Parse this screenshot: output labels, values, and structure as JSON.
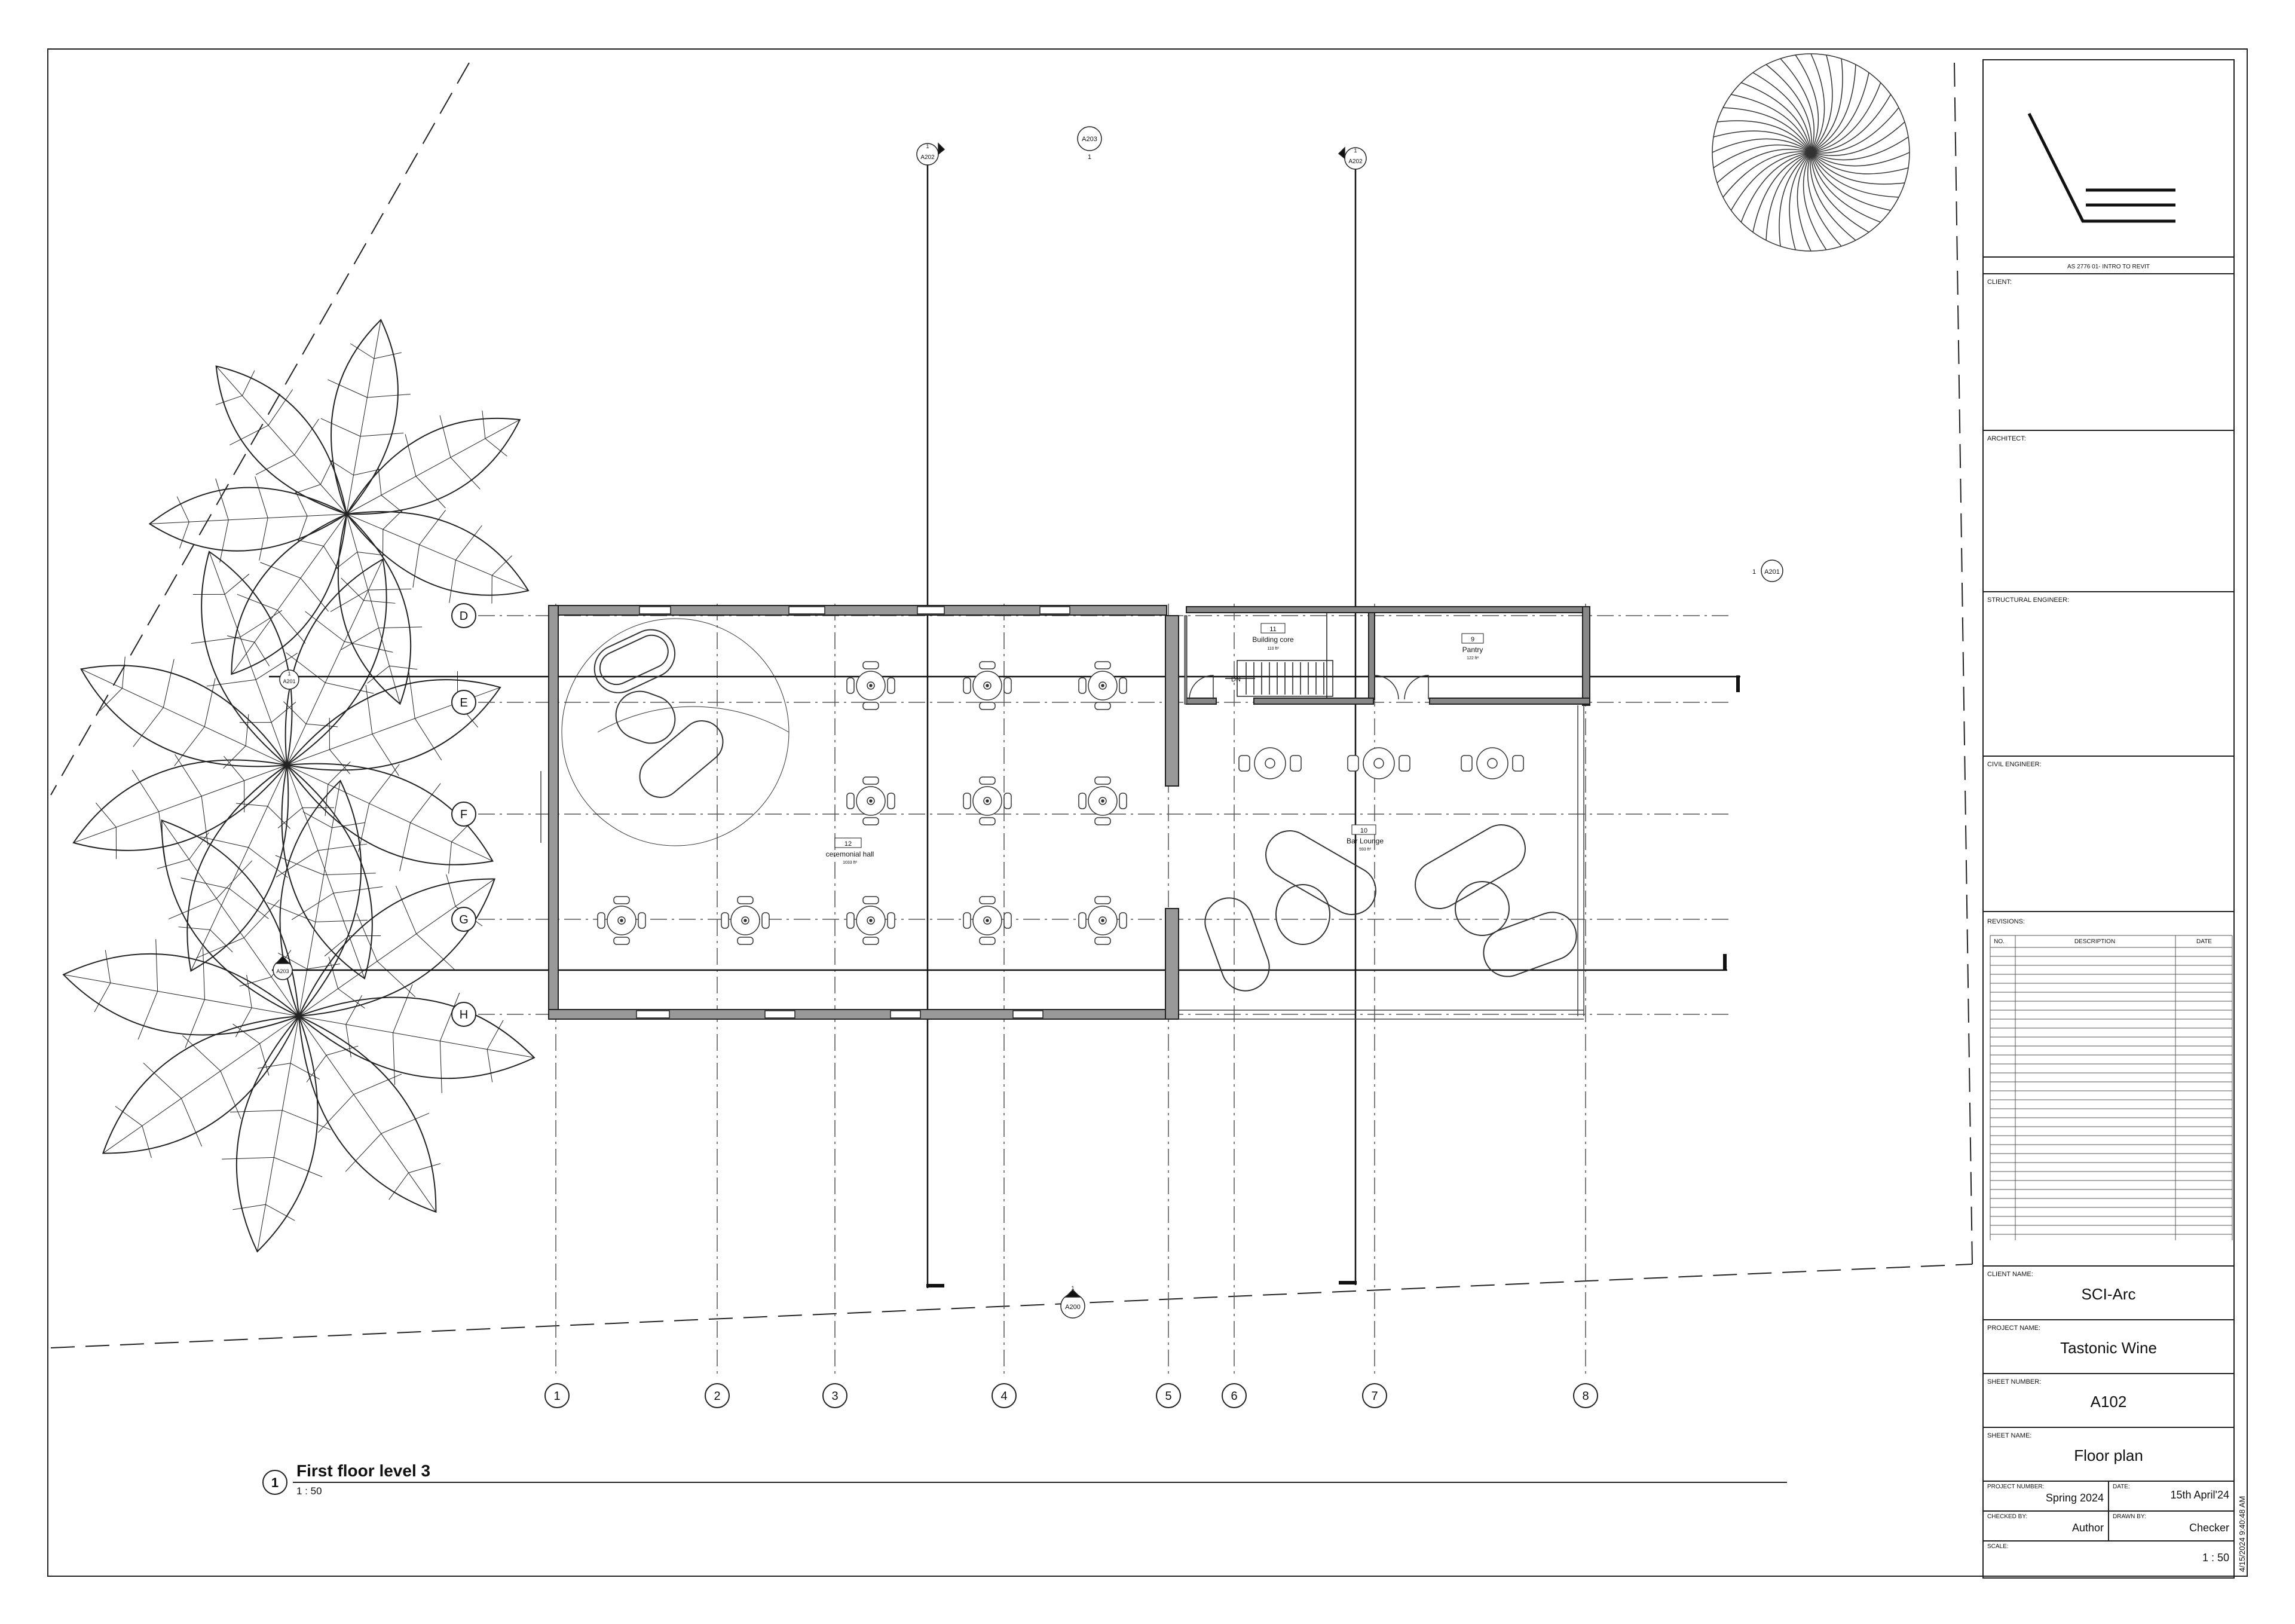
{
  "sheet": {
    "course": "AS 2776 01- INTRO TO REVIT",
    "client_label": "CLIENT:",
    "architect_label": "ARCHITECT:",
    "structural_label": "STRUCTURAL ENGINEER:",
    "civil_label": "CIVIL ENGINEER:",
    "revisions_label": "REVISIONS:",
    "rev_col_no": "NO.",
    "rev_col_desc": "DESCRIPTION",
    "rev_col_date": "DATE",
    "client_name_label": "CLIENT NAME:",
    "client_name": "SCI-Arc",
    "project_name_label": "PROJECT NAME:",
    "project_name": "Tastonic Wine",
    "sheet_number_label": "SHEET NUMBER:",
    "sheet_number": "A102",
    "sheet_name_label": "SHEET NAME:",
    "sheet_name": "Floor plan",
    "project_number_label": "PROJECT NUMBER:",
    "project_number": "Spring 2024",
    "date_label": "DATE:",
    "date": "15th April'24",
    "checked_by_label": "CHECKED BY:",
    "checked_by": "Author",
    "drawn_by_label": "DRAWN BY:",
    "drawn_by": "Checker",
    "scale_label": "SCALE:",
    "scale": "1 : 50",
    "timestamp": "4/15/2024 9:40:48 AM"
  },
  "view": {
    "number": "1",
    "title": "First floor level 3",
    "scale": "1 : 50"
  },
  "grid": {
    "columns": [
      "1",
      "2",
      "3",
      "4",
      "5",
      "6",
      "7",
      "8"
    ],
    "rows": [
      "D",
      "E",
      "F",
      "G",
      "H"
    ]
  },
  "rooms": [
    {
      "number": "11",
      "name": "Building core",
      "area": "110 ft²"
    },
    {
      "number": "9",
      "name": "Pantry",
      "area": "122 ft²"
    },
    {
      "number": "12",
      "name": "ceremonial hall",
      "area": "1033 ft²"
    },
    {
      "number": "10",
      "name": "Bar Lounge",
      "area": "593 ft²"
    }
  ],
  "section_marks": {
    "top_left": "A202",
    "top_center": "A203",
    "top_right": "A202",
    "right": "A201",
    "bottom": "A200",
    "left_a": "A201",
    "left_b": "A203",
    "num": "1"
  },
  "stair_label": "DN"
}
